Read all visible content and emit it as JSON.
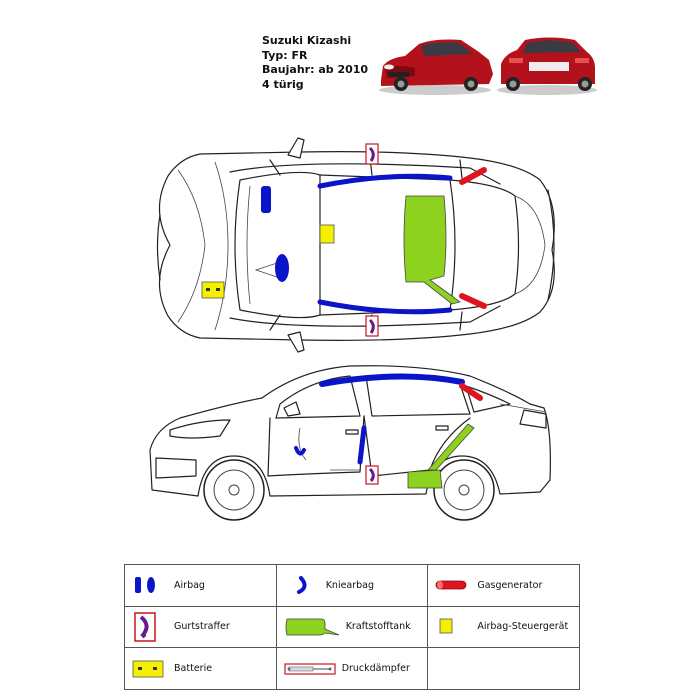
{
  "vehicle": {
    "model": "Suzuki Kizashi",
    "type": "Typ: FR",
    "year": "Baujahr: ab 2010",
    "doors": "4 türig"
  },
  "colors": {
    "airbag": "#0a14c8",
    "gas_generator": "#e0141e",
    "fuel_tank": "#8cd21e",
    "control_unit": "#f5f000",
    "battery": "#f5f000",
    "belt_tensioner_frame": "#c8141e",
    "outline": "#222222"
  },
  "legend": [
    {
      "id": "airbag",
      "label": "Airbag",
      "icon": "airbag-icon"
    },
    {
      "id": "knee-airbag",
      "label": "Kniearbag",
      "icon": "knee-airbag-icon"
    },
    {
      "id": "gas-generator",
      "label": "Gasgenerator",
      "icon": "gas-generator-icon"
    },
    {
      "id": "belt-tensioner",
      "label": "Gurtstraffer",
      "icon": "belt-tensioner-icon"
    },
    {
      "id": "fuel-tank",
      "label": "Kraftstofftank",
      "icon": "fuel-tank-icon"
    },
    {
      "id": "airbag-control-unit",
      "label": "Airbag-Steuergerät",
      "icon": "control-unit-icon"
    },
    {
      "id": "battery",
      "label": "Batterie",
      "icon": "battery-icon"
    },
    {
      "id": "gas-strut",
      "label": "Druckdämpfer",
      "icon": "gas-strut-icon"
    },
    {
      "id": "empty",
      "label": "",
      "icon": ""
    }
  ]
}
